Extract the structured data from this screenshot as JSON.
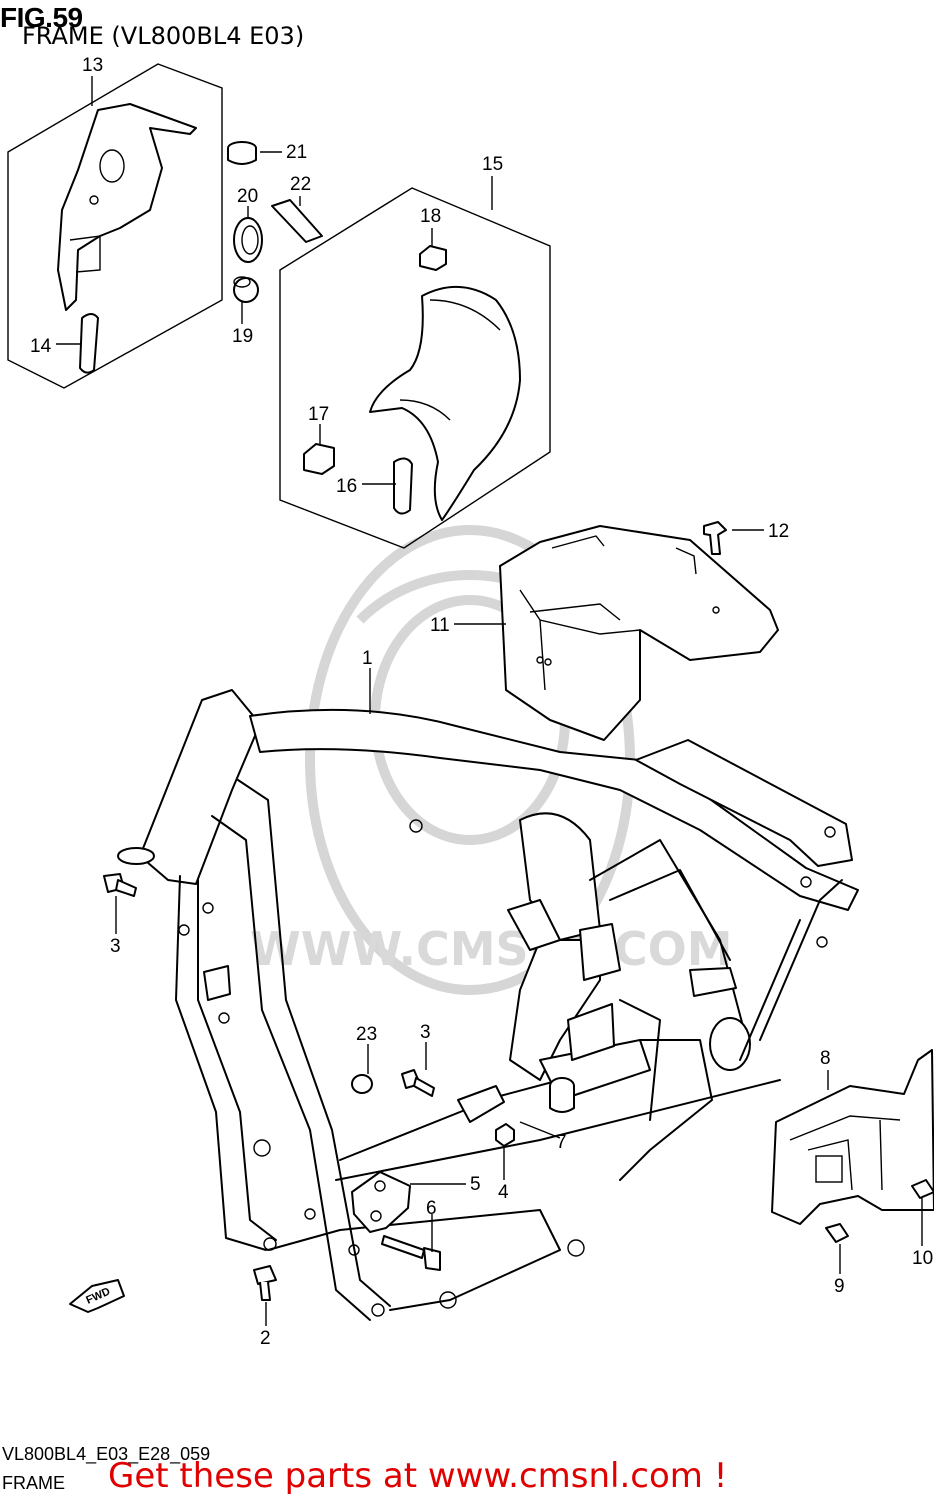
{
  "header": {
    "fig": "FIG.59",
    "subtitle": "FRAME (VL800BL4 E03)"
  },
  "footer": {
    "code": "VL800BL4_E03_E28_059",
    "name": "FRAME",
    "promo": "Get these parts at www.cmsnl.com !"
  },
  "watermark": {
    "text": "WWW.CMSNL.COM",
    "logo": "cms-logo-icon"
  },
  "fwd_badge": "FWD",
  "callouts": [
    "1",
    "2",
    "3",
    "3",
    "4",
    "5",
    "6",
    "7",
    "8",
    "9",
    "10",
    "11",
    "12",
    "13",
    "14",
    "15",
    "16",
    "17",
    "18",
    "19",
    "20",
    "21",
    "22",
    "23"
  ]
}
